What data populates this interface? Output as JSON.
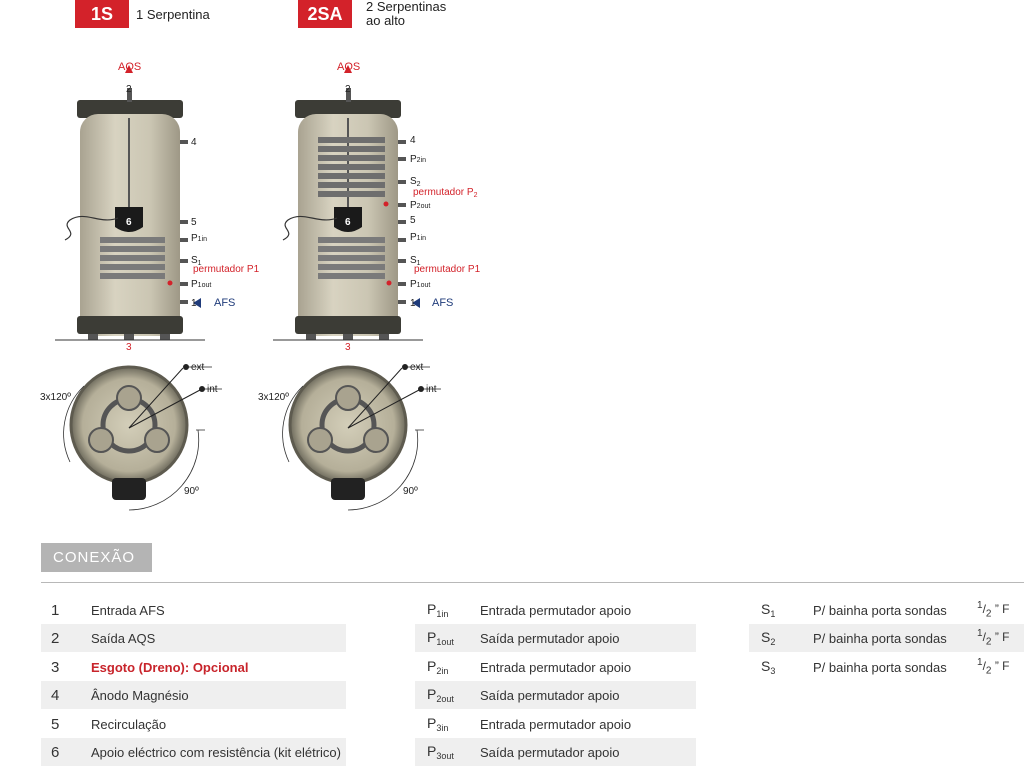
{
  "header": {
    "badge_1s": "1S",
    "label_1s": "1 Serpentina",
    "badge_2sa": "2SA",
    "label_2sa_line1": "2 Serpentinas",
    "label_2sa_line2": "ao alto"
  },
  "diagram_1s": {
    "aqs": "AQS",
    "n2": "2",
    "n4": "4",
    "n5": "5",
    "n6": "6",
    "p1in": "P",
    "p1in_sub": "1in",
    "s1": "S",
    "s1_sub": "1",
    "perm": "permutador P1",
    "p1out": "P",
    "p1out_sub": "1out",
    "n1": "1",
    "afs": "AFS",
    "n3": "3",
    "ext": "ext",
    "int": "int",
    "angle": "3x120º",
    "angle90": "90º"
  },
  "diagram_2sa": {
    "aqs": "AQS",
    "n2": "2",
    "n4": "4",
    "p2in": "P",
    "p2in_sub": "2in",
    "s2": "S",
    "s2_sub": "2",
    "perm2": "permutador P",
    "perm2_sub": "2",
    "p2out": "P",
    "p2out_sub": "2out",
    "n5": "5",
    "n6": "6",
    "p1in": "P",
    "p1in_sub": "1in",
    "s1": "S",
    "s1_sub": "1",
    "perm1": "permutador P1",
    "p1out": "P",
    "p1out_sub": "1out",
    "n1": "1",
    "afs": "AFS",
    "n3": "3",
    "ext": "ext",
    "int": "int",
    "angle": "3x120º",
    "angle90": "90º"
  },
  "section_title": "CONEXÃO",
  "connections_left": [
    {
      "num": "1",
      "label": "Entrada AFS"
    },
    {
      "num": "2",
      "label": "Saída AQS"
    },
    {
      "num": "3",
      "label": "Esgoto (Dreno): Opcional"
    },
    {
      "num": "4",
      "label": "Ânodo Magnésio"
    },
    {
      "num": "5",
      "label": "Recirculação"
    },
    {
      "num": "6",
      "label": "Apoio eléctrico com resistência (kit elétrico)"
    }
  ],
  "connections_mid": [
    {
      "code": "P",
      "sub": "1in",
      "label": "Entrada permutador apoio"
    },
    {
      "code": "P",
      "sub": "1out",
      "label": "Saída permutador apoio"
    },
    {
      "code": "P",
      "sub": "2in",
      "label": "Entrada permutador apoio"
    },
    {
      "code": "P",
      "sub": "2out",
      "label": "Saída permutador apoio"
    },
    {
      "code": "P",
      "sub": "3in",
      "label": "Entrada permutador apoio"
    },
    {
      "code": "P",
      "sub": "3out",
      "label": "Saída permutador apoio"
    }
  ],
  "connections_right": [
    {
      "code": "S",
      "sub": "1",
      "label": "P/ bainha porta sondas",
      "size_num": "1",
      "size_den": "2",
      "size_unit": "” F"
    },
    {
      "code": "S",
      "sub": "2",
      "label": "P/ bainha porta sondas",
      "size_num": "1",
      "size_den": "2",
      "size_unit": "” F"
    },
    {
      "code": "S",
      "sub": "3",
      "label": "P/ bainha porta sondas",
      "size_num": "1",
      "size_den": "2",
      "size_unit": "” F"
    }
  ],
  "colors": {
    "accent_red": "#d3222a",
    "navy": "#1f3b7a",
    "tank": "#cfcab8",
    "coil": "#8a8a8a"
  }
}
